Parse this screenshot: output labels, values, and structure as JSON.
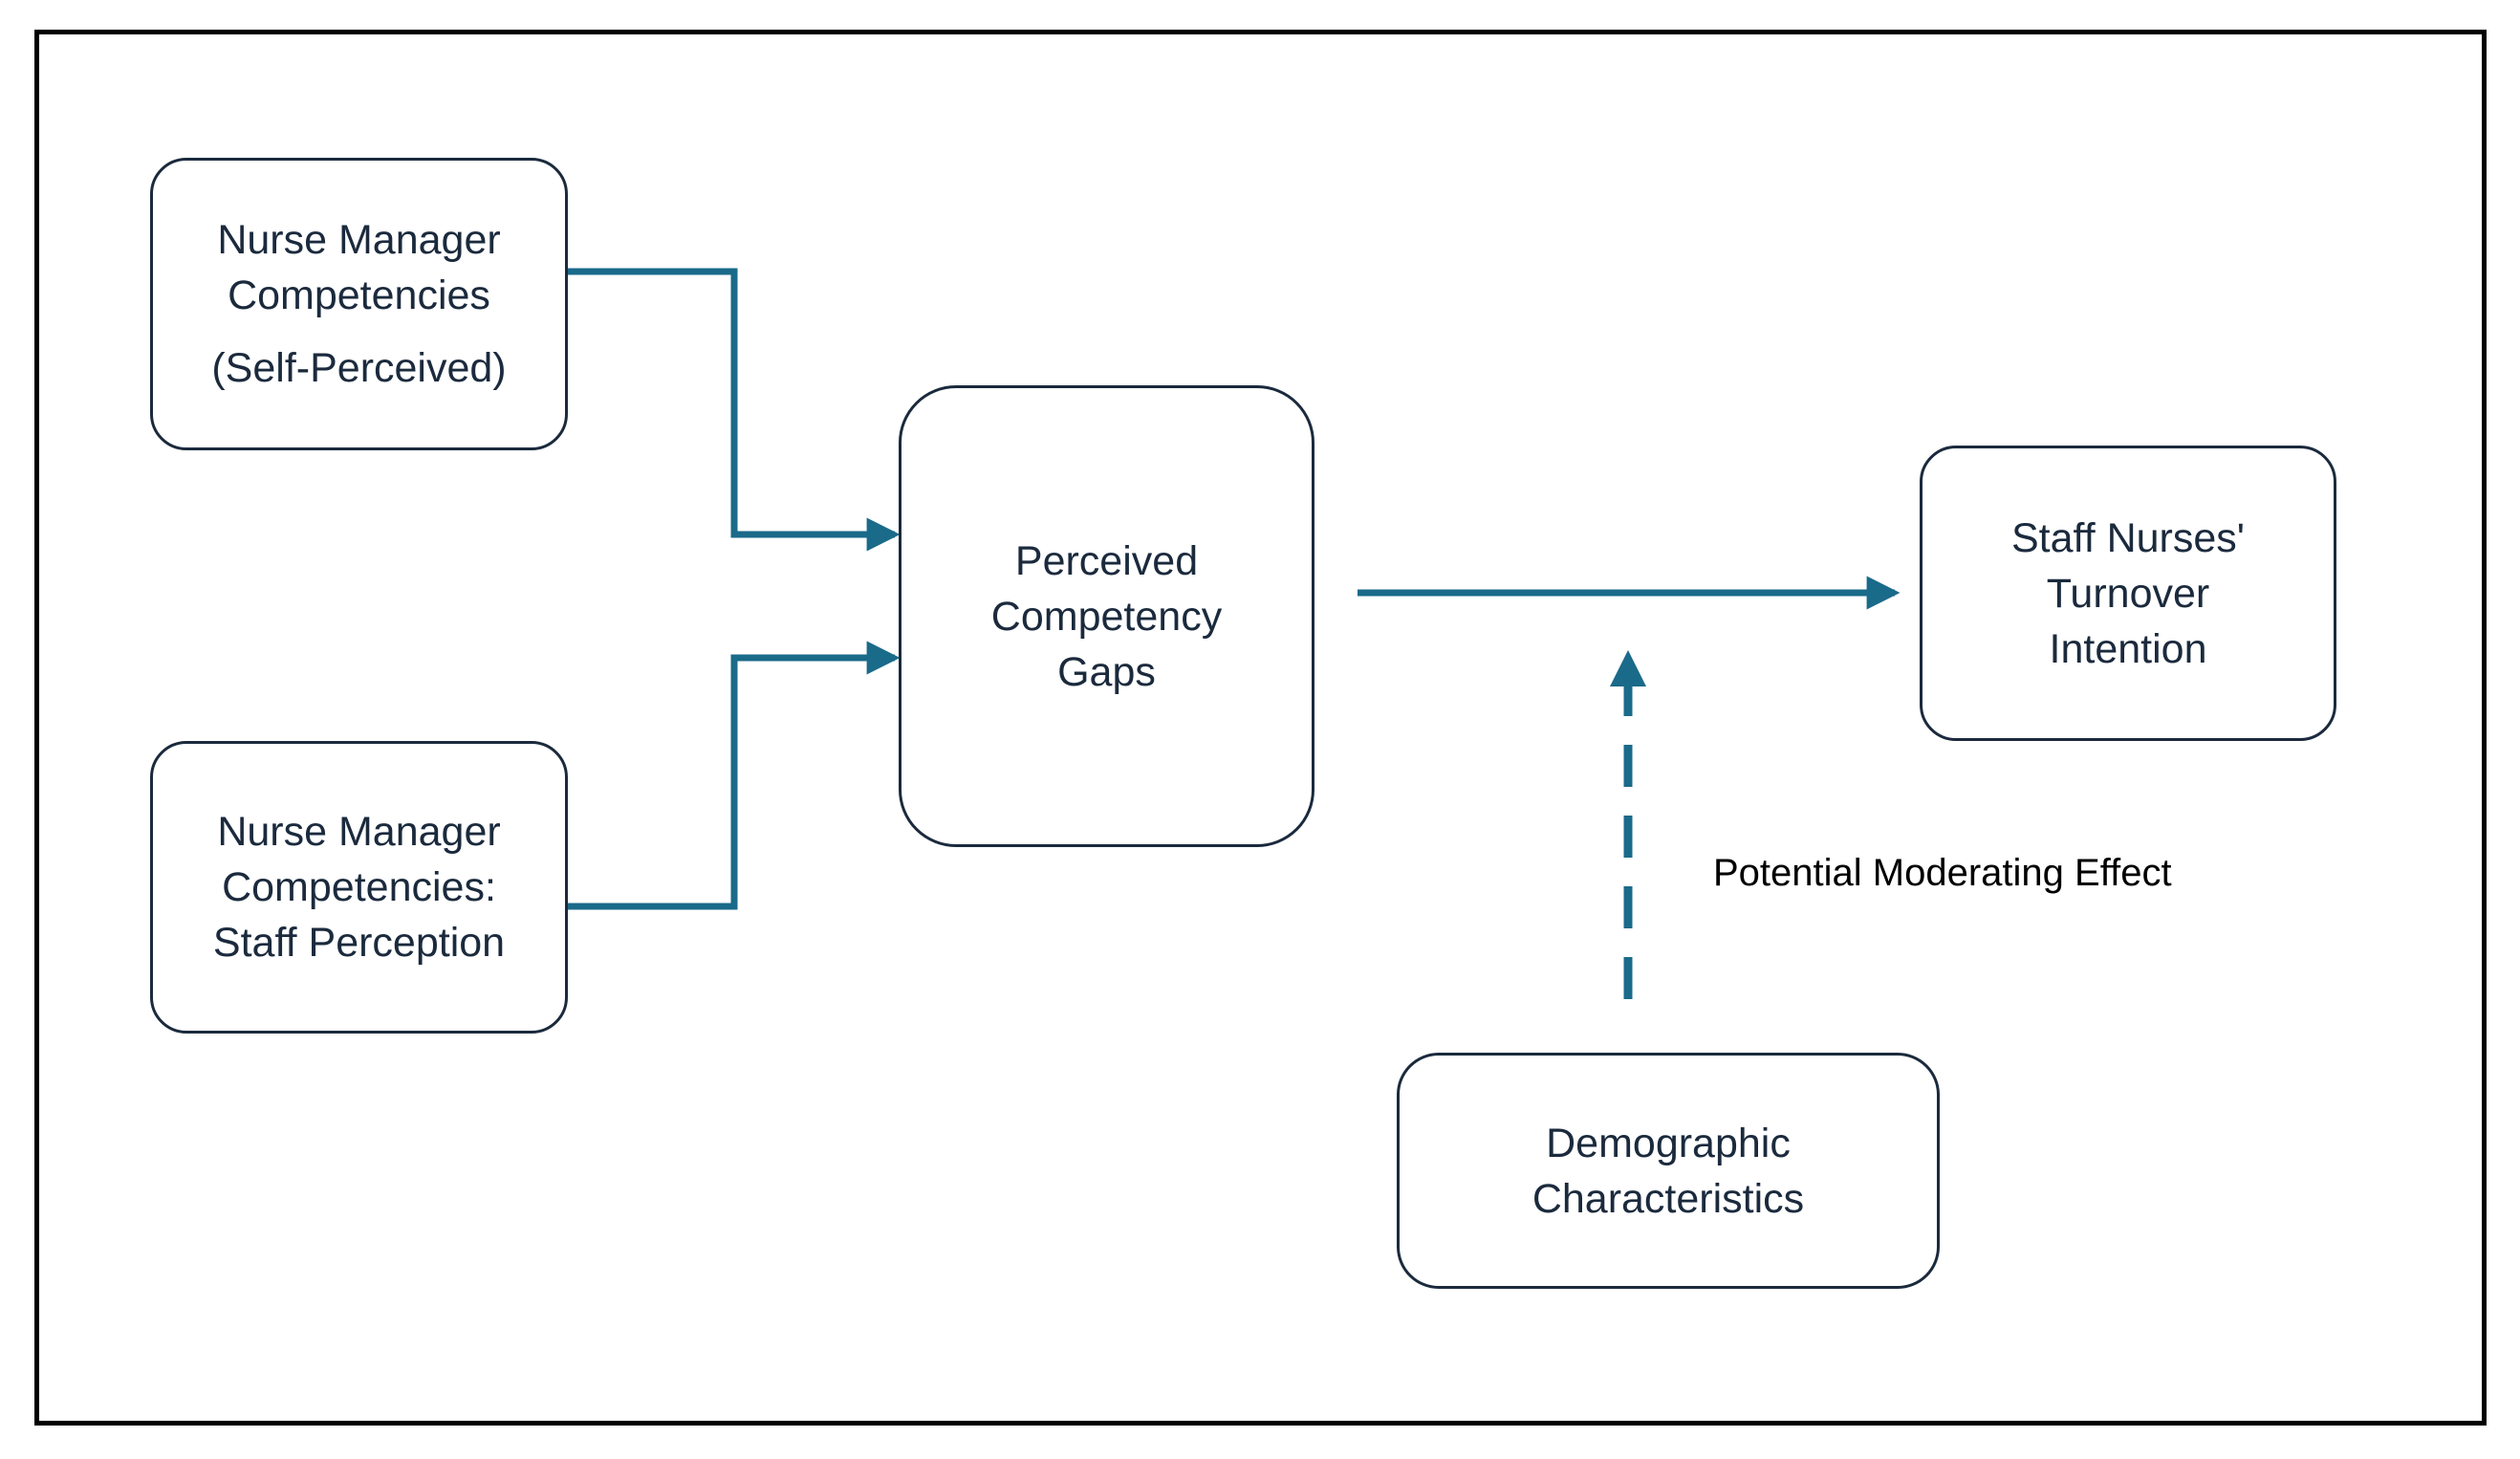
{
  "nodes": {
    "self_perceived": {
      "line1": "Nurse Manager",
      "line2": "Competencies",
      "line3": "(Self-Perceived)"
    },
    "staff_perception": {
      "line1": "Nurse Manager",
      "line2": "Competencies:",
      "line3": "Staff Perception"
    },
    "competency_gaps": {
      "line1": "Perceived",
      "line2": "Competency",
      "line3": "Gaps"
    },
    "turnover": {
      "line1": "Staff Nurses'",
      "line2": "Turnover",
      "line3": "Intention"
    },
    "demographics": {
      "line1": "Demographic",
      "line2": "Characteristics"
    }
  },
  "edges": {
    "moderator_label": "Potential Moderating Effect"
  },
  "colors": {
    "arrow": "#1a6a8a",
    "box_border": "#1b2a3d",
    "frame": "#000000"
  }
}
